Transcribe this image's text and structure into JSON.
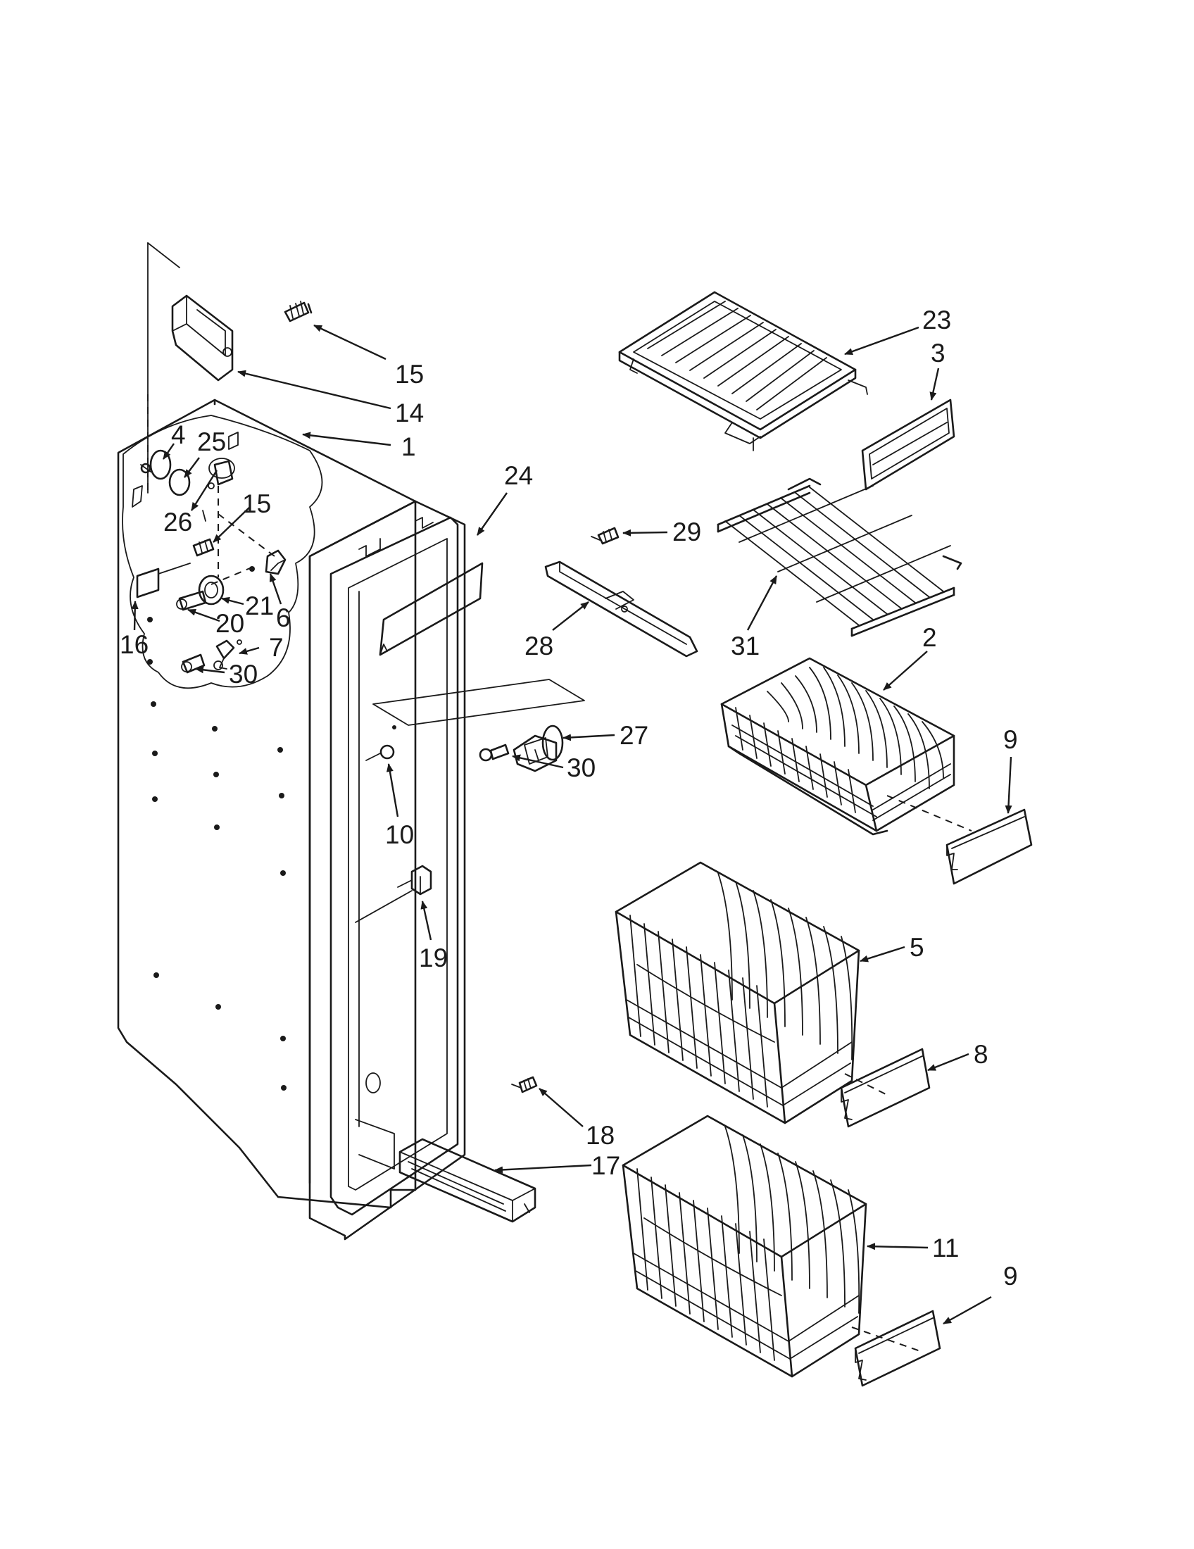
{
  "callouts": [
    {
      "label": "15"
    },
    {
      "label": "14"
    },
    {
      "label": "1"
    },
    {
      "label": "4"
    },
    {
      "label": "25"
    },
    {
      "label": "26"
    },
    {
      "label": "15"
    },
    {
      "label": "6"
    },
    {
      "label": "21"
    },
    {
      "label": "20"
    },
    {
      "label": "16"
    },
    {
      "label": "7"
    },
    {
      "label": "30"
    },
    {
      "label": "24"
    },
    {
      "label": "10"
    },
    {
      "label": "19"
    },
    {
      "label": "27"
    },
    {
      "label": "30"
    },
    {
      "label": "18"
    },
    {
      "label": "17"
    },
    {
      "label": "23"
    },
    {
      "label": "3"
    },
    {
      "label": "29"
    },
    {
      "label": "28"
    },
    {
      "label": "31"
    },
    {
      "label": "2"
    },
    {
      "label": "9"
    },
    {
      "label": "5"
    },
    {
      "label": "8"
    },
    {
      "label": "11"
    },
    {
      "label": "9"
    }
  ]
}
